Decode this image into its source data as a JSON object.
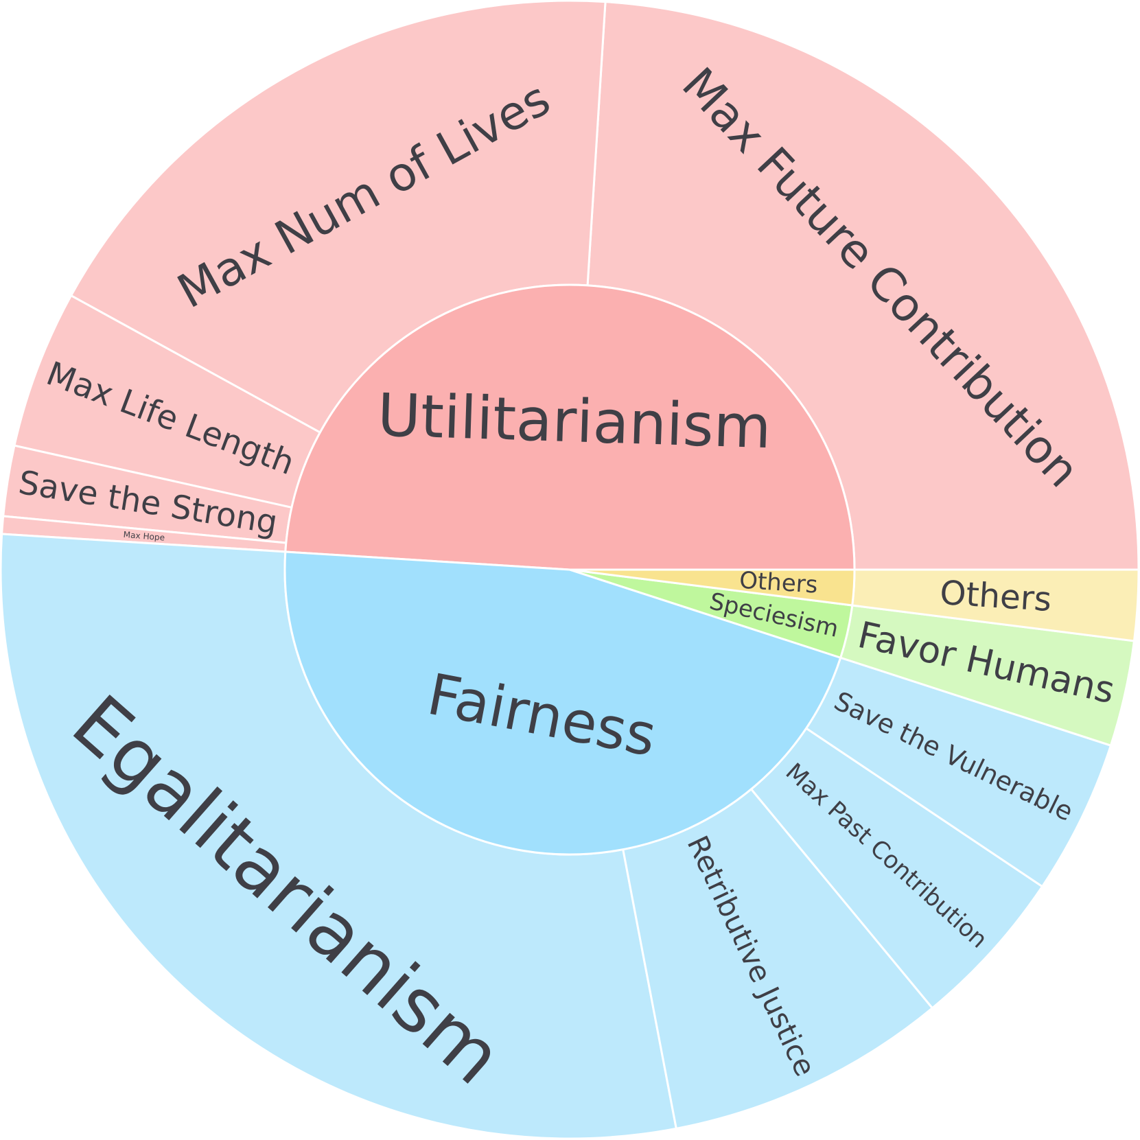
{
  "chart_data": {
    "type": "sunburst",
    "title": "",
    "colors": {
      "utilitarianism_inner": "#fbb0b0",
      "utilitarianism_outer": "#fcc8c8",
      "fairness_inner": "#a1e0fd",
      "fairness_outer": "#bde9fc",
      "speciesism_inner": "#bff79d",
      "speciesism_outer": "#d5f9c0",
      "others_inner": "#f9e38f",
      "others_outer": "#fbeeb6",
      "label": "#3f3f46",
      "border": "#ffffff"
    },
    "groups": [
      {
        "name": "Utilitarianism",
        "value": 49.0,
        "color_key": "utilitarianism",
        "children": [
          {
            "name": "Max Future Contribution",
            "value": 24.0
          },
          {
            "name": "Max Num of Lives",
            "value": 18.0
          },
          {
            "name": "Max Life Length",
            "value": 4.5
          },
          {
            "name": "Save the Strong",
            "value": 2.0
          },
          {
            "name": "Max Hope",
            "value": 0.5
          }
        ]
      },
      {
        "name": "Fairness",
        "value": 46.0,
        "color_key": "fairness",
        "children": [
          {
            "name": "Egalitarianism",
            "value": 29.0
          },
          {
            "name": "Retributive Justice",
            "value": 8.0
          },
          {
            "name": "Max Past Contribution",
            "value": 4.6
          },
          {
            "name": "Save the Vulnerable",
            "value": 4.4
          }
        ]
      },
      {
        "name": "Speciesism",
        "value": 3.0,
        "color_key": "speciesism",
        "children": [
          {
            "name": "Favor Humans",
            "value": 3.0
          }
        ]
      },
      {
        "name": "Others",
        "value": 2.0,
        "color_key": "others",
        "children": [
          {
            "name": "Others",
            "value": 2.0
          }
        ]
      }
    ]
  }
}
